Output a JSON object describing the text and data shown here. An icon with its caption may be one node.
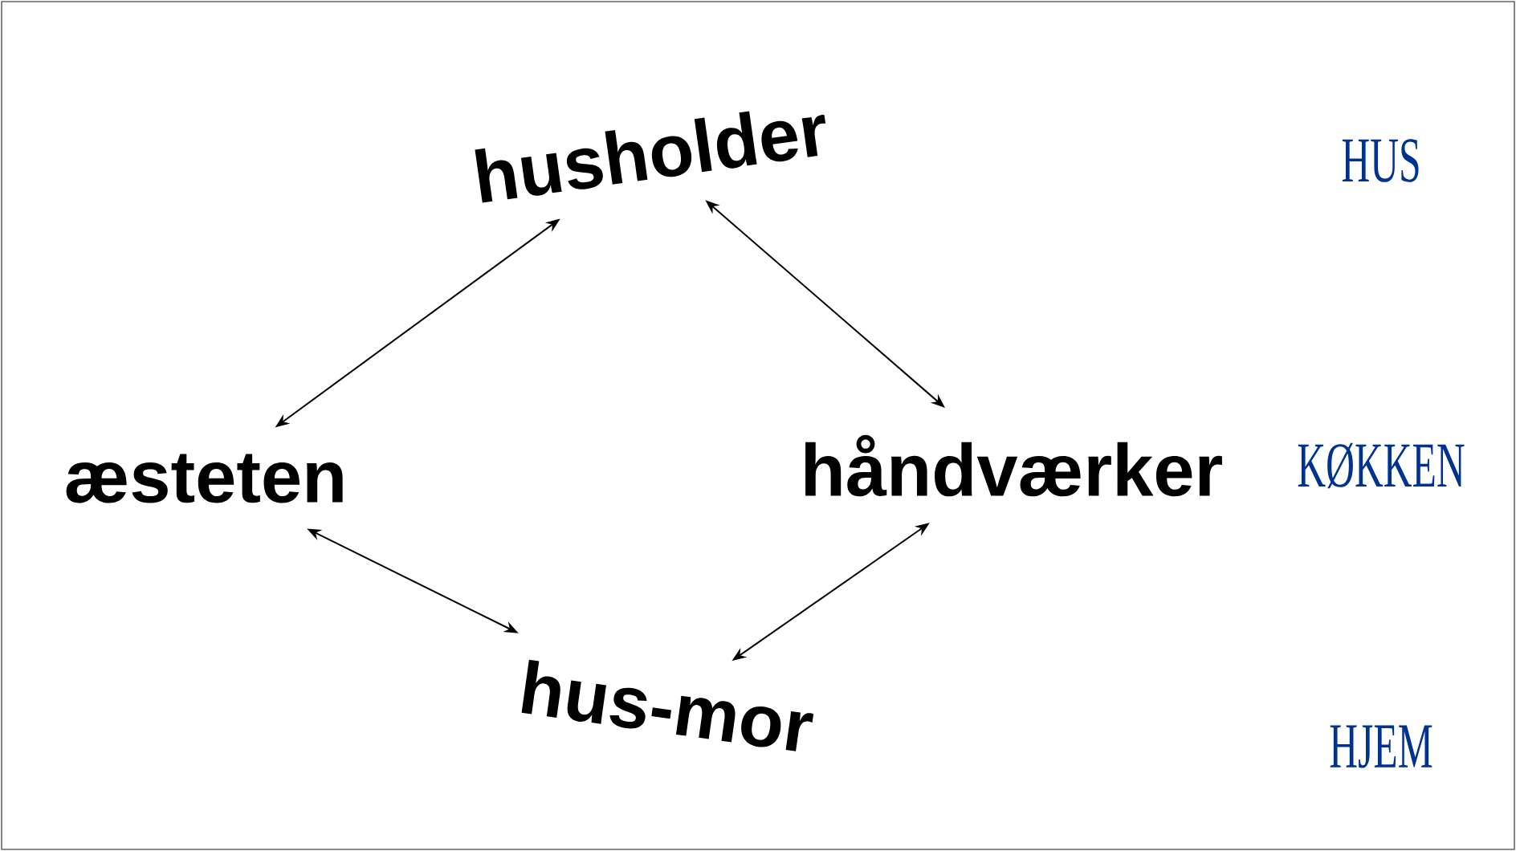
{
  "diagram": {
    "nodes": [
      {
        "text": [
          "husholder"
        ]
      },
      {
        "text": [
          "æsteten"
        ]
      },
      {
        "text": [
          "håndværker"
        ]
      },
      {
        "text": [
          "hus-mor"
        ]
      }
    ],
    "edges": [
      {
        "from": 0,
        "to": 1,
        "arrow": "both"
      },
      {
        "from": 0,
        "to": 2,
        "arrow": "both"
      },
      {
        "from": 1,
        "to": 3,
        "arrow": "both"
      },
      {
        "from": 2,
        "to": 3,
        "arrow": "both"
      }
    ],
    "labels": [
      "HUS",
      "KØKKEN",
      "HJEM"
    ]
  }
}
